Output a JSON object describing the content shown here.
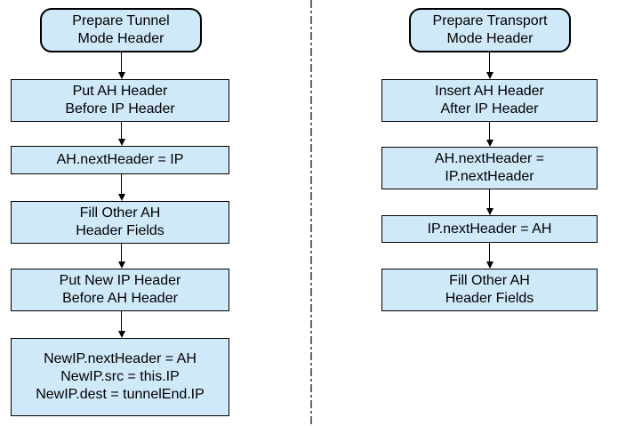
{
  "diagram": {
    "title": "AH header preparation flowcharts",
    "colors": {
      "background": "#ffffff",
      "node_fill": "#cfe9f9",
      "node_border": "#000000",
      "divider": "#666666",
      "text": "#000000"
    },
    "left_column": {
      "name": "tunnel-mode-flow",
      "nodes": [
        {
          "type": "start",
          "lines": [
            "Prepare Tunnel",
            "Mode Header"
          ]
        },
        {
          "type": "process",
          "lines": [
            "Put AH Header",
            "Before IP Header"
          ]
        },
        {
          "type": "process",
          "lines": [
            "AH.nextHeader = IP"
          ]
        },
        {
          "type": "process",
          "lines": [
            "Fill Other AH",
            "Header Fields"
          ]
        },
        {
          "type": "process",
          "lines": [
            "Put New IP Header",
            "Before AH Header"
          ]
        },
        {
          "type": "process",
          "lines": [
            "NewIP.nextHeader = AH",
            "NewIP.src = this.IP",
            "NewIP.dest = tunnelEnd.IP"
          ]
        }
      ]
    },
    "right_column": {
      "name": "transport-mode-flow",
      "nodes": [
        {
          "type": "start",
          "lines": [
            "Prepare Transport",
            "Mode Header"
          ]
        },
        {
          "type": "process",
          "lines": [
            "Insert AH Header",
            "After IP Header"
          ]
        },
        {
          "type": "process",
          "lines": [
            "AH.nextHeader =",
            "IP.nextHeader"
          ]
        },
        {
          "type": "process",
          "lines": [
            "IP.nextHeader = AH"
          ]
        },
        {
          "type": "process",
          "lines": [
            "Fill Other AH",
            "Header Fields"
          ]
        }
      ]
    }
  }
}
